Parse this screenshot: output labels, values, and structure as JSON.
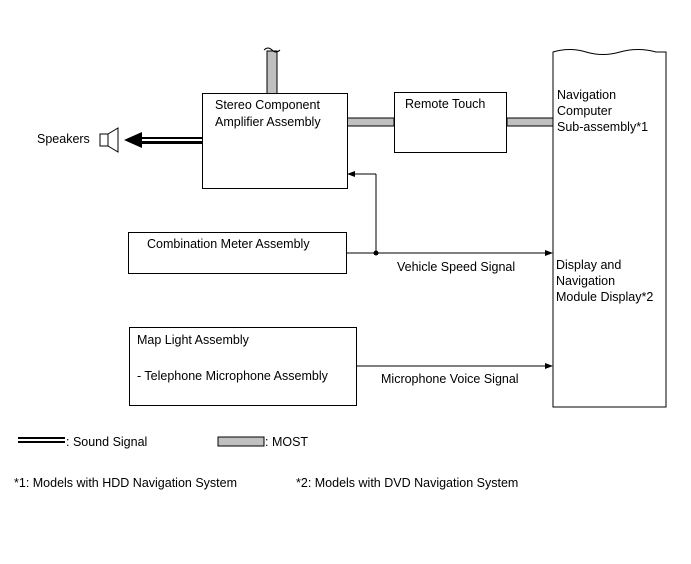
{
  "components": {
    "speakers": "Speakers",
    "amplifier": [
      "Stereo Component",
      "Amplifier Assembly"
    ],
    "remote_touch": "Remote Touch",
    "nav_computer": [
      "Navigation",
      "Computer",
      "Sub-assembly*1"
    ],
    "display_module": [
      "Display and",
      "Navigation",
      "Module Display*2"
    ],
    "combination_meter": "Combination Meter Assembly",
    "map_light": "Map Light Assembly",
    "telephone_mic": "- Telephone Microphone Assembly"
  },
  "signals": {
    "vehicle_speed": "Vehicle Speed Signal",
    "microphone_voice": "Microphone Voice Signal"
  },
  "legend": {
    "sound": ": Sound Signal",
    "most": ": MOST"
  },
  "notes": {
    "note1": "*1: Models with HDD Navigation System",
    "note2": "*2: Models with DVD Navigation System"
  },
  "colors": {
    "most_fill": "#c0c0c0",
    "line": "#000000"
  }
}
